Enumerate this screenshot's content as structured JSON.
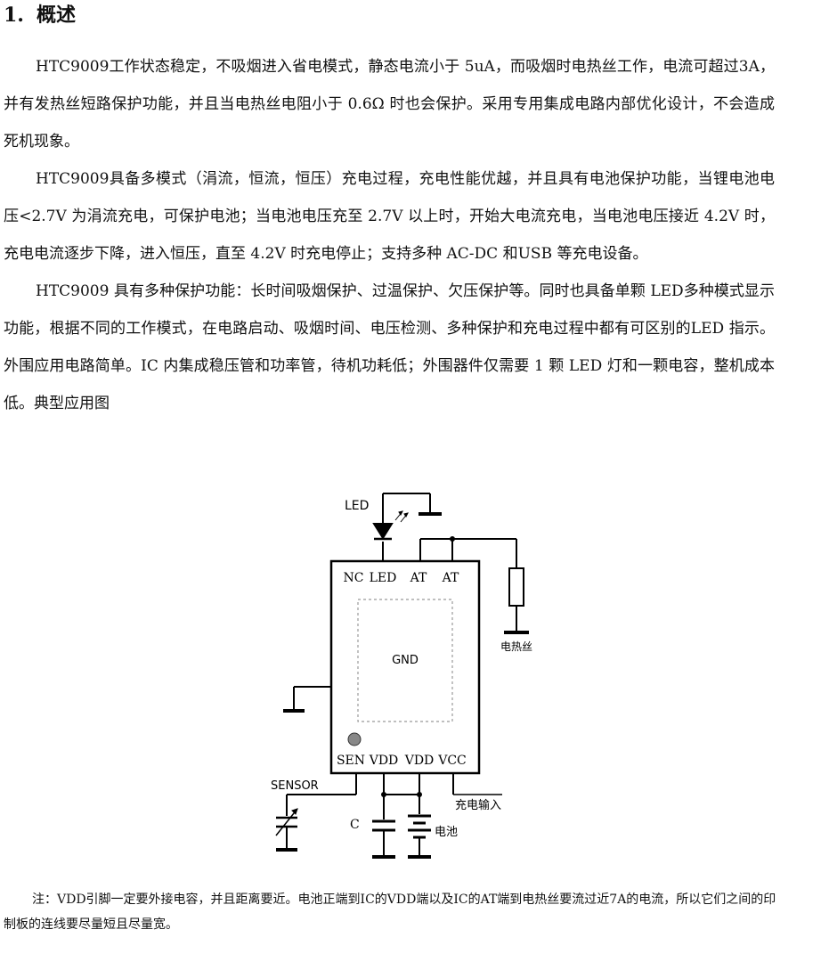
{
  "heading": {
    "number": "1.",
    "title": "概述"
  },
  "paragraphs": [
    "HTC9009工作状态稳定，不吸烟进入省电模式，静态电流小于 5uA，而吸烟时电热丝工作，电流可超过3A，并有发热丝短路保护功能，并且当电热丝电阻小于 0.6Ω 时也会保护。采用专用集成电路内部优化设计，不会造成死机现象。",
    "HTC9009具备多模式（涓流，恒流，恒压）充电过程，充电性能优越，并且具有电池保护功能，当锂电池电压<2.7V 为涓流充电，可保护电池；当电池电压充至 2.7V 以上时，开始大电流充电，当电池电压接近 4.2V 时，充电电流逐步下降，进入恒压，直至 4.2V 时充电停止；支持多种 AC-DC 和USB 等充电设备。",
    "HTC9009 具有多种保护功能：长时间吸烟保护、过温保护、欠压保护等。同时也具备单颗 LED多种模式显示功能，根据不同的工作模式，在电路启动、吸烟时间、电压检测、多种保护和充电过程中都有可区别的LED 指示。外围应用电路简单。IC 内集成稳压管和功率管，待机功耗低；外围器件仅需要 1 颗 LED 灯和一颗电容，整机成本低。典型应用图"
  ],
  "diagram": {
    "top_pins": [
      "NC",
      "LED",
      "AT",
      "AT"
    ],
    "bottom_pins": [
      "SEN",
      "VDD",
      "VDD",
      "VCC"
    ],
    "center_label": "GND",
    "led_label": "LED",
    "heater_label": "电热丝",
    "sensor_label": "SENSOR",
    "capacitor_label": "C",
    "battery_label": "电池",
    "charge_input_label": "充电输入"
  },
  "note": "注：VDD引脚一定要外接电容，并且距离要近。电池正端到IC的VDD端以及IC的AT端到电热丝要流过近7A的电流，所以它们之间的印制板的连线要尽量短且尽量宽。"
}
